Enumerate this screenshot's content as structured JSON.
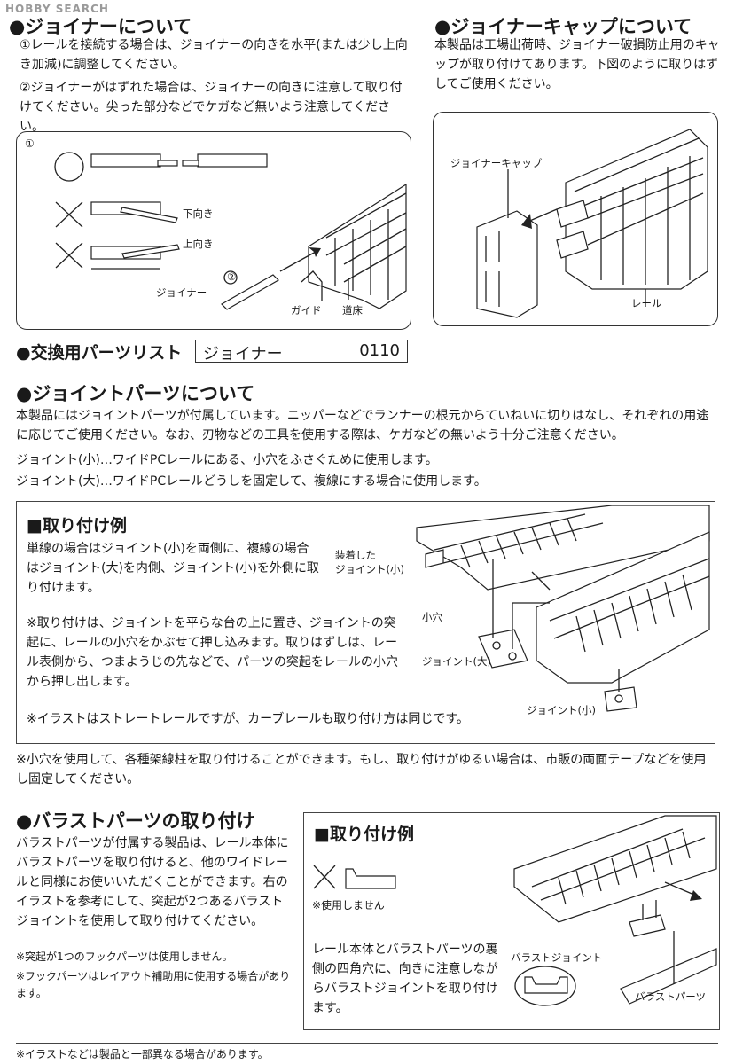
{
  "watermark": "HOBBY SEARCH",
  "joiner": {
    "title": "●ジョイナーについて",
    "p1": "①レールを接続する場合は、ジョイナーの向きを水平(または少し上向き加減)に調整してください。",
    "p2": "②ジョイナーがはずれた場合は、ジョイナーの向きに注意して取り付けてください。尖った部分などでケガなど無いよう注意してください。",
    "fig": {
      "circle1": "①",
      "circle2": "②",
      "down": "下向き",
      "up": "上向き",
      "joiner": "ジョイナー",
      "guide": "ガイド",
      "roadbed": "道床"
    }
  },
  "cap": {
    "title": "●ジョイナーキャップについて",
    "p": "本製品は工場出荷時、ジョイナー破損防止用のキャップが取り付けてあります。下図のように取りはずしてご使用ください。",
    "fig": {
      "cap_label": "ジョイナーキャップ",
      "rail_label": "レール"
    }
  },
  "parts": {
    "title": "●交換用パーツリスト",
    "name": "ジョイナー",
    "code": "0110"
  },
  "joint": {
    "title": "●ジョイントパーツについて",
    "p1": "本製品にはジョイントパーツが付属しています。ニッパーなどでランナーの根元からていねいに切りはなし、それぞれの用途に応じてご使用ください。なお、刃物などの工具を使用する際は、ケガなどの無いよう十分ご注意ください。",
    "p2": "ジョイント(小)…ワイドPCレールにある、小穴をふさぐために使用します。",
    "p3": "ジョイント(大)…ワイドPCレールどうしを固定して、複線にする場合に使用します。"
  },
  "example1": {
    "title": "■取り付け例",
    "p1": "単線の場合はジョイント(小)を両側に、複線の場合はジョイント(大)を内側、ジョイント(小)を外側に取り付けます。",
    "p2": "※取り付けは、ジョイントを平らな台の上に置き、ジョイントの突起に、レールの小穴をかぶせて押し込みます。取りはずしは、レール表側から、つまようじの先などで、パーツの突起をレールの小穴から押し出します。",
    "note": "※イラストはストレートレールですが、カーブレールも取り付け方は同じです。",
    "fig": {
      "mounted": "装着した",
      "mounted2": "ジョイント(小)",
      "hole": "小穴",
      "large": "ジョイント(大)",
      "small": "ジョイント(小)"
    }
  },
  "hole_note": "※小穴を使用して、各種架線柱を取り付けることができます。もし、取り付けがゆるい場合は、市販の両面テープなどを使用し固定してください。",
  "ballast": {
    "title": "●バラストパーツの取り付け",
    "p": "バラストパーツが付属する製品は、レール本体にバラストパーツを取り付けると、他のワイドレールと同様にお使いいただくことができます。右のイラストを参考にして、突起が2つあるバラストジョイントを使用して取り付けてください。",
    "n1": "※突起が1つのフックパーツは使用しません。",
    "n2": "※フックパーツはレイアウト補助用に使用する場合があります。"
  },
  "example2": {
    "title": "■取り付け例",
    "notuse": "※使用しません",
    "p": "レール本体とバラストパーツの裏側の四角穴に、向きに注意しながらバラストジョイントを取り付けます。",
    "fig": {
      "bj": "バラストジョイント",
      "bp": "バラストパーツ"
    }
  },
  "footer": "※イラストなどは製品と一部異なる場合があります。"
}
